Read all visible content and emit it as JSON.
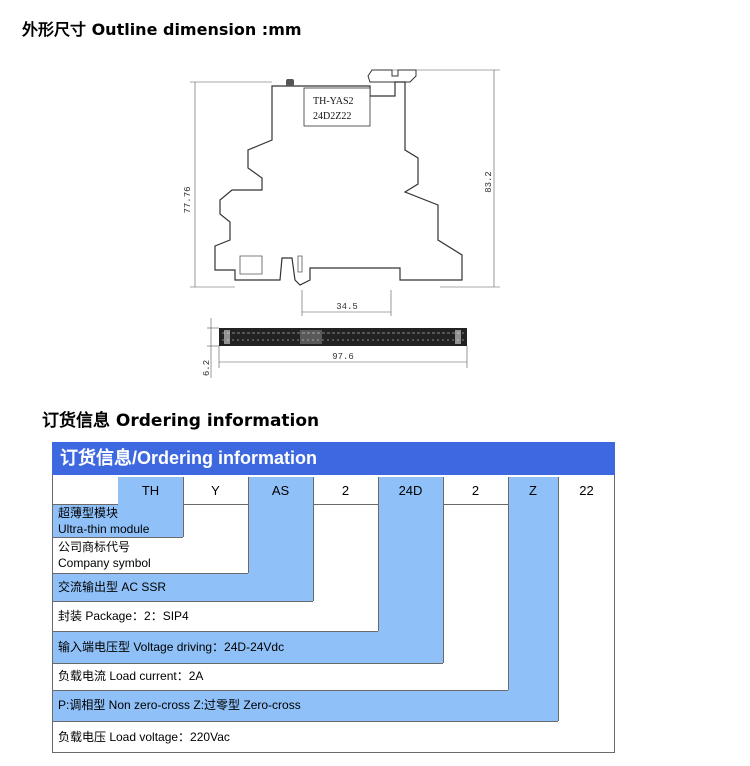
{
  "outline_heading": "外形尺寸  Outline dimension :mm",
  "ordering_heading": "订货信息  Ordering information",
  "device_label": {
    "line1": "TH-YAS2",
    "line2": "24D2Z22"
  },
  "dimensions": {
    "height_left": "77.76",
    "height_right": "83.2",
    "width_inner": "34.5",
    "width_total": "97.6",
    "thickness": "6.2"
  },
  "table": {
    "banner": "订货信息/Ordering information",
    "codes": [
      "TH",
      "Y",
      "AS",
      "2",
      "24D",
      "2",
      "Z",
      "22"
    ],
    "rows": [
      {
        "lines": [
          "超薄型模块",
          "Ultra-thin module"
        ]
      },
      {
        "lines": [
          "公司商标代号",
          "Company symbol"
        ]
      },
      {
        "lines": [
          "交流输出型 AC SSR"
        ]
      },
      {
        "lines": [
          "封装 Package：2：SIP4"
        ]
      },
      {
        "lines": [
          "输入端电压型  Voltage driving：24D-24Vdc"
        ]
      },
      {
        "lines": [
          "负载电流  Load current：2A"
        ]
      },
      {
        "lines": [
          "P:调相型  Non zero-cross   Z:过零型  Zero-cross"
        ]
      },
      {
        "lines": [
          "负载电压  Load voltage：220Vac"
        ]
      }
    ]
  },
  "colors": {
    "banner": "#3e68e0",
    "highlight": "#8fc0f8"
  }
}
